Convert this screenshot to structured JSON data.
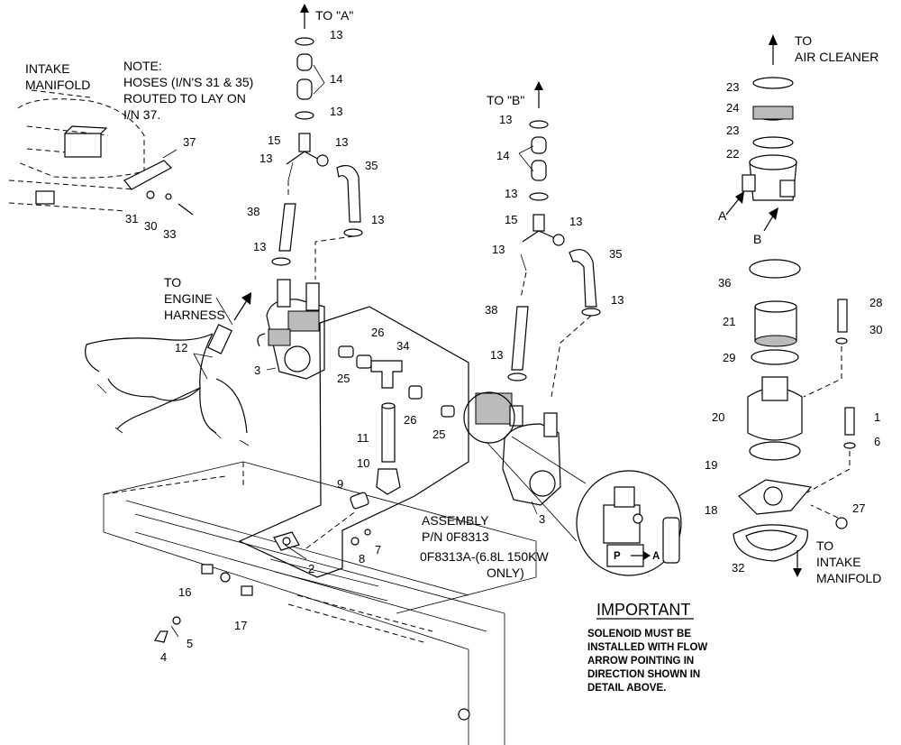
{
  "notes": {
    "intake_manifold_top": [
      "INTAKE",
      "MANIFOLD"
    ],
    "hoses_note": [
      "NOTE:",
      "HOSES (I/N'S 31 & 35)",
      "ROUTED TO LAY ON",
      "I/N 37."
    ],
    "to_a": "TO \"A\"",
    "to_b": "TO \"B\"",
    "to_air_cleaner": [
      "TO",
      "AIR CLEANER"
    ],
    "to_engine_harness": [
      "TO",
      "ENGINE",
      "HARNESS"
    ],
    "assembly": [
      "ASSEMBLY",
      "P/N 0F8313",
      "0F8313A-(6.8L 150KW",
      "ONLY)"
    ],
    "to_intake_manifold": [
      "TO",
      "INTAKE",
      "MANIFOLD"
    ],
    "important_title": "IMPORTANT",
    "important_text": [
      "SOLENOID MUST BE",
      "INSTALLED WITH FLOW",
      "ARROW POINTING IN",
      "DIRECTION SHOWN IN",
      "DETAIL ABOVE."
    ],
    "valve_label": "P",
    "valve_label_a": "A",
    "letter_a": "A",
    "letter_b": "B"
  },
  "callouts": {
    "c13a": "13",
    "c14a": "14",
    "c13b": "13",
    "c15a": "15",
    "c13c": "13",
    "c13d": "13",
    "c35a": "35",
    "c37": "37",
    "c31": "31",
    "c30a": "30",
    "c33": "33",
    "c38a": "38",
    "c13e": "13",
    "c13f": "13",
    "c3a": "3",
    "c12": "12",
    "c26a": "26",
    "c34": "34",
    "c25a": "25",
    "c11": "11",
    "c26b": "26",
    "c25b": "25",
    "c10": "10",
    "c9": "9",
    "c8": "8",
    "c7": "7",
    "c2": "2",
    "c16": "16",
    "c17": "17",
    "c5": "5",
    "c4": "4",
    "c13g": "13",
    "c14b": "14",
    "c13h": "13",
    "c15b": "15",
    "c13i": "13",
    "c13j": "13",
    "c35b": "35",
    "c13k": "13",
    "c38b": "38",
    "c13l": "13",
    "c3b": "3",
    "c23a": "23",
    "c24": "24",
    "c23b": "23",
    "c22": "22",
    "c36": "36",
    "c21": "21",
    "c29": "29",
    "c28": "28",
    "c30b": "30",
    "c20": "20",
    "c1": "1",
    "c6": "6",
    "c19": "19",
    "c18": "18",
    "c27": "27",
    "c32": "32"
  }
}
